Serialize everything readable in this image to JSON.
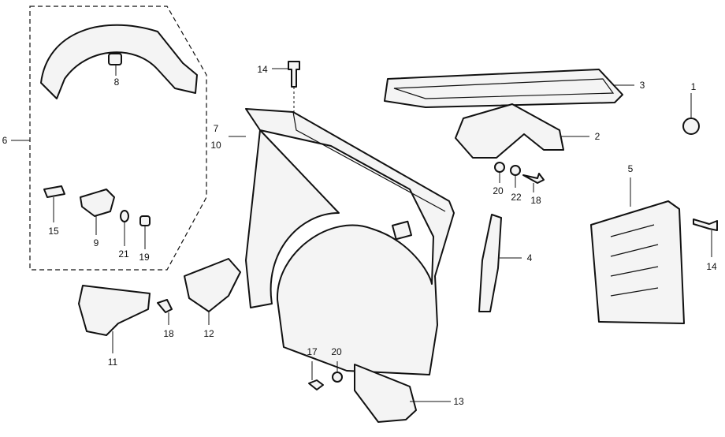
{
  "diagram": {
    "callouts": {
      "p1": "1",
      "p2": "2",
      "p3": "3",
      "p4": "4",
      "p5": "5",
      "p6": "6",
      "p7": "7",
      "p10": "10",
      "p8": "8",
      "p9": "9",
      "p11": "11",
      "p12": "12",
      "p13": "13",
      "p14_top": "14",
      "p14_right": "14",
      "p15": "15",
      "p17": "17",
      "p18_top": "18",
      "p18_left": "18",
      "p19": "19",
      "p20_top": "20",
      "p20_bottom": "20",
      "p21": "21",
      "p22": "22"
    }
  }
}
